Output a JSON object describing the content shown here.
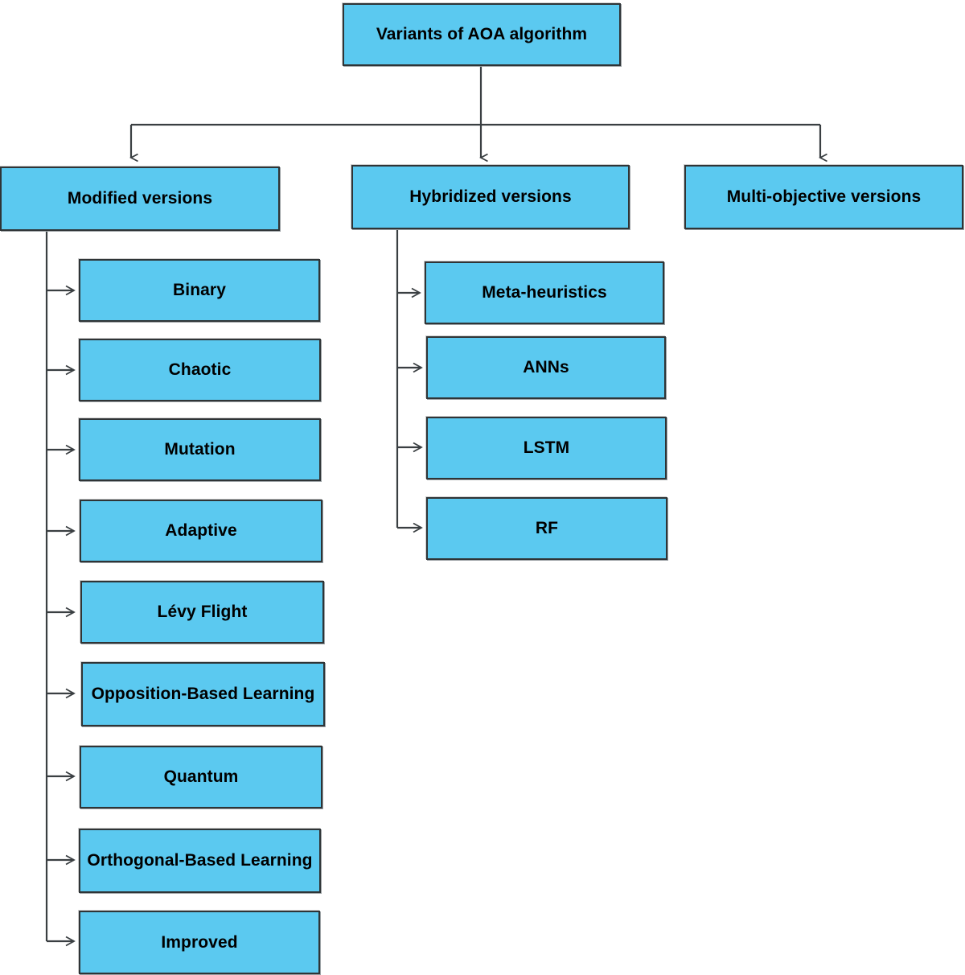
{
  "diagram": {
    "title": "Variants of AOA algorithm",
    "type": "tree-hierarchy",
    "colors": {
      "node_fill": "#5BC9F0",
      "node_border": "#2f3436",
      "connector": "#3a3f42",
      "text": "#000000",
      "background": "#ffffff"
    },
    "root": {
      "label": "Variants of AOA algorithm"
    },
    "branches": [
      {
        "label": "Modified versions",
        "children": [
          {
            "label": "Binary"
          },
          {
            "label": "Chaotic"
          },
          {
            "label": "Mutation"
          },
          {
            "label": "Adaptive"
          },
          {
            "label": "Lévy Flight"
          },
          {
            "label": "Opposition-Based Learning"
          },
          {
            "label": "Quantum"
          },
          {
            "label": "Orthogonal-Based Learning"
          },
          {
            "label": "Improved"
          }
        ]
      },
      {
        "label": "Hybridized versions",
        "children": [
          {
            "label": "Meta-heuristics"
          },
          {
            "label": "ANNs"
          },
          {
            "label": "LSTM"
          },
          {
            "label": "RF"
          }
        ]
      },
      {
        "label": "Multi-objective versions",
        "children": []
      }
    ]
  }
}
